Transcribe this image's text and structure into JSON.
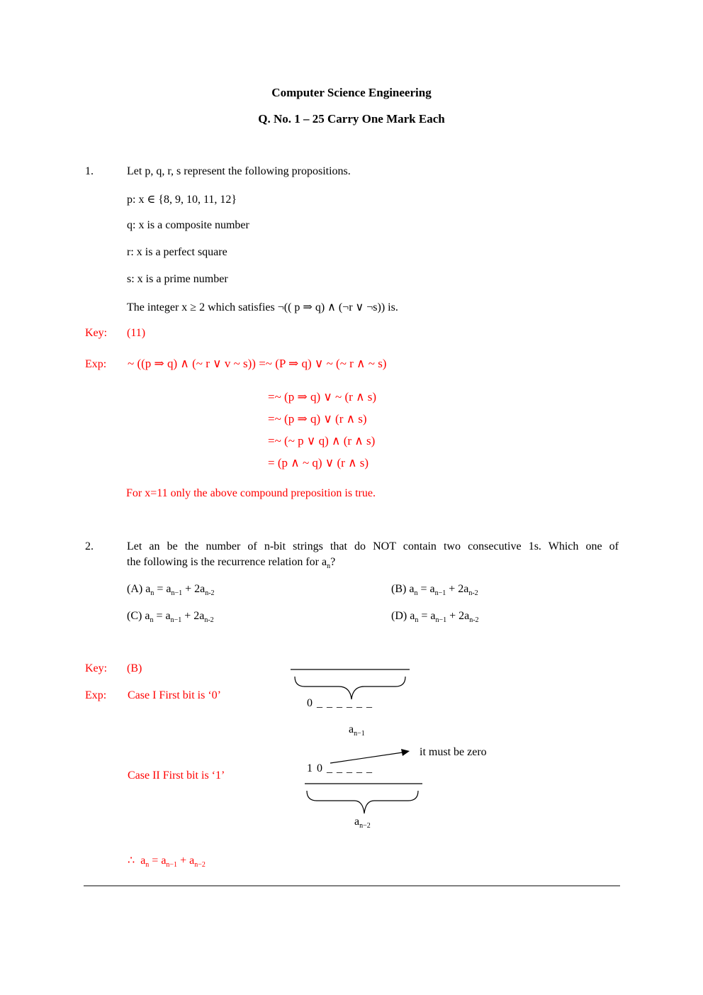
{
  "header": {
    "title": "Computer Science Engineering",
    "subtitle": "Q. No. 1 – 25 Carry One Mark Each"
  },
  "q1": {
    "number": "1.",
    "stem": "Let p, q, r, s represent the following propositions.",
    "props": [
      "p:  x ∈ {8, 9, 10, 11, 12}",
      "q:  x is a composite number",
      "r:  x is a perfect square",
      "s:  x is a prime number"
    ],
    "question": "The integer x ≥ 2 which satisfies ¬(( p ⇒ q) ∧ (¬r ∨ ¬s)) is.",
    "key_label": "Key:",
    "key_value": "(11)",
    "exp_label": "Exp:",
    "exp_lines": [
      "~ ((p ⇒ q) ∧ (~ r ∨ v ~ s)) =~ (P ⇒ q) ∨ ~ (~ r ∧ ~ s)",
      "=~ (p ⇒ q) ∨ ~ (r ∧ s)",
      "=~ (p ⇒ q) ∨ (r ∧ s)",
      "=~ (~ p ∨ q) ∧ (r ∧ s)",
      "= (p ∧ ~ q) ∨ (r ∧ s)"
    ],
    "conclusion": "For x=11 only the above compound preposition is true."
  },
  "q2": {
    "number": "2.",
    "stem_line1": "Let an be the number of n-bit strings that do NOT contain two consecutive 1s. Which one of",
    "stem_line2": "the following is the recurrence relation for a",
    "stem_line2_sub": "n",
    "stem_line2_end": "?",
    "options": [
      {
        "label": "(A) a",
        "n": "n",
        "rest1": " = a",
        "s1": "n−1",
        "rest2": " + 2a",
        "s2": "n-2"
      },
      {
        "label": "(B) a",
        "n": "n",
        "rest1": " = a",
        "s1": "n−1",
        "rest2": " + 2a",
        "s2": "n-2"
      },
      {
        "label": "(C) a",
        "n": "n",
        "rest1": " = a",
        "s1": "n−1",
        "rest2": " + 2a",
        "s2": "n-2"
      },
      {
        "label": "(D) a",
        "n": "n",
        "rest1": " = a",
        "s1": "n−1",
        "rest2": " + 2a",
        "s2": "n-2"
      }
    ],
    "key_label": "Key:",
    "key_value": "(B)",
    "exp_label": "Exp:",
    "case1": "Case I First bit is ‘0’",
    "case1_bits": "0 _ _ _ _ _ _",
    "case1_a": "a",
    "case1_sub": "n−1",
    "case2": "Case II First bit  is ‘1’",
    "case2_bits": "1 0 _ _ _ _ _",
    "arrow_note": "it must be  zero",
    "case2_a": "a",
    "case2_sub": "n−2",
    "therefore": "∴",
    "result_a": "a",
    "result_n": "n",
    "result_eq": " = a",
    "result_s1": "n−1",
    "result_plus": " + a",
    "result_s2": "n−2"
  }
}
